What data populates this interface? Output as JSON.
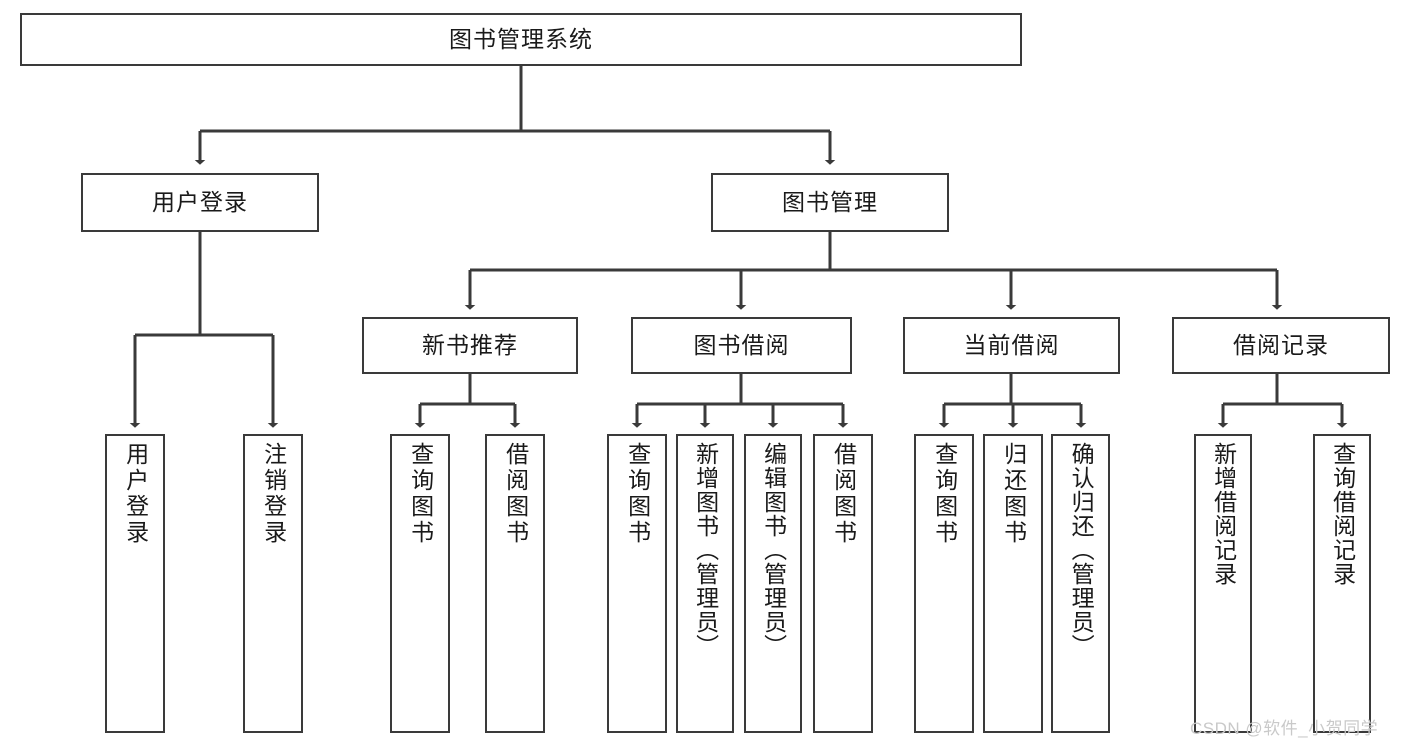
{
  "diagram": {
    "title": "图书管理系统",
    "type": "tree",
    "style": {
      "box_border_color": "#3a3a3a",
      "box_fill_color": "#ffffff",
      "edge_color": "#3a3a3a",
      "text_color": "#1a1a1a",
      "background": "#ffffff",
      "watermark_color": "#c9c9c9"
    },
    "levels": [
      {
        "level": 1,
        "nodes": [
          {
            "id": "root",
            "label": "图书管理系统",
            "orientation": "horizontal"
          }
        ]
      },
      {
        "level": 2,
        "nodes": [
          {
            "id": "login",
            "label": "用户登录",
            "orientation": "horizontal",
            "parent": "root"
          },
          {
            "id": "bookmgmt",
            "label": "图书管理",
            "orientation": "horizontal",
            "parent": "root"
          }
        ]
      },
      {
        "level": 3,
        "nodes": [
          {
            "id": "newbook",
            "label": "新书推荐",
            "orientation": "horizontal",
            "parent": "bookmgmt"
          },
          {
            "id": "borrow",
            "label": "图书借阅",
            "orientation": "horizontal",
            "parent": "bookmgmt"
          },
          {
            "id": "current",
            "label": "当前借阅",
            "orientation": "horizontal",
            "parent": "bookmgmt"
          },
          {
            "id": "records",
            "label": "借阅记录",
            "orientation": "horizontal",
            "parent": "bookmgmt"
          }
        ]
      },
      {
        "level": 4,
        "nodes": [
          {
            "id": "leaf1",
            "label": "用户登录",
            "orientation": "vertical",
            "parent": "login"
          },
          {
            "id": "leaf2",
            "label": "注销登录",
            "orientation": "vertical",
            "parent": "login"
          },
          {
            "id": "leaf3",
            "label": "查询图书",
            "orientation": "vertical",
            "parent": "newbook"
          },
          {
            "id": "leaf4",
            "label": "借阅图书",
            "orientation": "vertical",
            "parent": "newbook"
          },
          {
            "id": "leaf5",
            "label": "查询图书",
            "orientation": "vertical",
            "parent": "borrow"
          },
          {
            "id": "leaf6",
            "label": "新增图书（管理员）",
            "orientation": "vertical",
            "parent": "borrow"
          },
          {
            "id": "leaf7",
            "label": "编辑图书（管理员）",
            "orientation": "vertical",
            "parent": "borrow"
          },
          {
            "id": "leaf8",
            "label": "借阅图书",
            "orientation": "vertical",
            "parent": "borrow"
          },
          {
            "id": "leaf9",
            "label": "查询图书",
            "orientation": "vertical",
            "parent": "current"
          },
          {
            "id": "leaf10",
            "label": "归还图书",
            "orientation": "vertical",
            "parent": "current"
          },
          {
            "id": "leaf11",
            "label": "确认归还（管理员）",
            "orientation": "vertical",
            "parent": "current"
          },
          {
            "id": "leaf12",
            "label": "新增借阅记录",
            "orientation": "vertical",
            "parent": "records"
          },
          {
            "id": "leaf13",
            "label": "查询借阅记录",
            "orientation": "vertical",
            "parent": "records"
          }
        ]
      }
    ],
    "watermark": "CSDN @软件_小贺同学"
  }
}
